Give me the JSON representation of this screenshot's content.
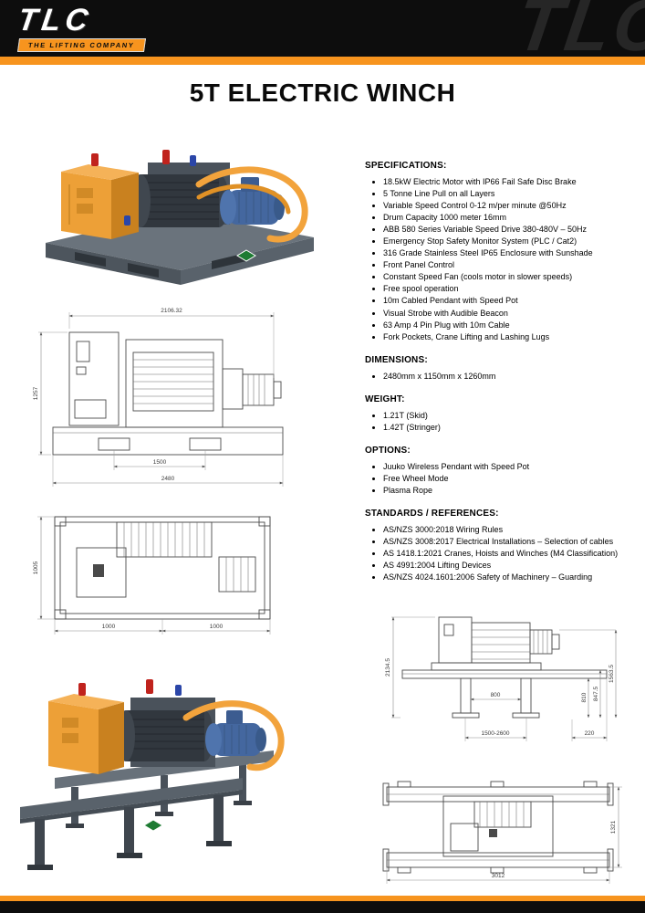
{
  "header": {
    "logo_text": "TLC",
    "logo_subtext": "THE LIFTING COMPANY",
    "watermark": "TLC"
  },
  "page": {
    "title": "5T ELECTRIC WINCH"
  },
  "specifications": {
    "heading": "SPECIFICATIONS:",
    "items": [
      "18.5kW Electric Motor with IP66 Fail Safe Disc Brake",
      "5 Tonne Line Pull on all Layers",
      "Variable Speed Control 0-12 m/per minute @50Hz",
      "Drum Capacity 1000 meter 16mm",
      "ABB 580 Series Variable Speed Drive 380-480V – 50Hz",
      "Emergency Stop Safety Monitor System (PLC / Cat2)",
      "316 Grade Stainless Steel IP65 Enclosure with Sunshade",
      "Front Panel Control",
      "Constant Speed Fan (cools motor in slower speeds)",
      "Free spool operation",
      "10m Cabled Pendant with Speed Pot",
      "Visual Strobe with Audible Beacon",
      "63 Amp 4 Pin Plug with 10m Cable",
      "Fork Pockets, Crane Lifting and Lashing Lugs"
    ]
  },
  "dimensions": {
    "heading": "DIMENSIONS:",
    "items": [
      "2480mm x 1150mm x 1260mm"
    ]
  },
  "weight": {
    "heading": "WEIGHT:",
    "items": [
      "1.21T (Skid)",
      "1.42T (Stringer)"
    ]
  },
  "options": {
    "heading": "OPTIONS:",
    "items": [
      "Juuko Wireless Pendant with Speed Pot",
      "Free Wheel Mode",
      "Plasma Rope"
    ]
  },
  "standards": {
    "heading": "STANDARDS / REFERENCES:",
    "items": [
      "AS/NZS 3000:2018 Wiring Rules",
      "AS/NZS 3008:2017 Electrical Installations – Selection of cables",
      "AS 1418.1:2021 Cranes, Hoists and Winches (M4 Classification)",
      "AS 4991:2004 Lifting Devices",
      "AS/NZS 4024.1601:2006 Safety of Machinery – Guarding"
    ]
  },
  "drawings": {
    "side_view": {
      "dims": {
        "overall_width": "2106.32",
        "overall_height": "1257",
        "fork_pocket_centres": "1500",
        "base_length": "2480"
      }
    },
    "plan_view_skid": {
      "dims": {
        "base_width": "1005",
        "centre_left": "1000",
        "centre_right": "1000"
      }
    },
    "front_view_stringer": {
      "dims": {
        "overall_height": "2134.5",
        "beam_height": "1563.5",
        "leg_spacing": "800",
        "height_a": "847.5",
        "height_b": "810",
        "support_span": "1500-2600",
        "overhang": "220"
      }
    },
    "plan_view_stringer": {
      "dims": {
        "beam_spread": "1321",
        "beam_length": "3012"
      }
    }
  },
  "colors": {
    "accent_orange": "#F7941E",
    "header_black": "#0D0D0D",
    "machine_orange": "#EDA037",
    "machine_blue": "#44679F",
    "machine_gray": "#5D666E",
    "safety_green": "#1E7B33"
  }
}
